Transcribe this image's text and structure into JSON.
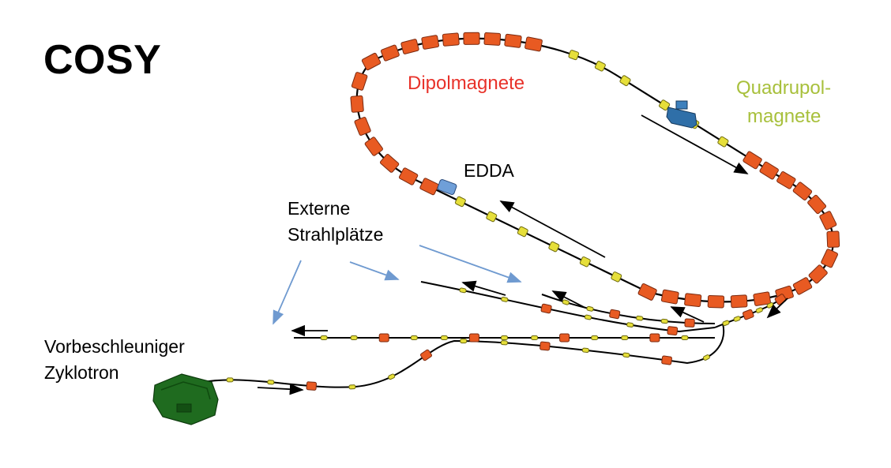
{
  "title": "COSY",
  "labels": {
    "dipole": "Dipolmagnete",
    "quadrupole_line1": "Quadrupol-",
    "quadrupole_line2": "magnete",
    "edda": "EDDA",
    "external_line1": "Externe",
    "external_line2": "Strahlplätze",
    "preaccel_line1": "Vorbeschleuniger",
    "preaccel_line2": "Zyklotron"
  },
  "colors": {
    "dipole": "#e8322a",
    "quadrupole": "#a8c03c",
    "quadrupole_magnet_fill": "#e6df3a",
    "edda_detector": "#6f9fd8",
    "blue_detector": "#2f6fa8",
    "cyclotron": "#1f6b1f",
    "pointer_arrows": "#6f9ad0",
    "beamline": "#000000"
  }
}
